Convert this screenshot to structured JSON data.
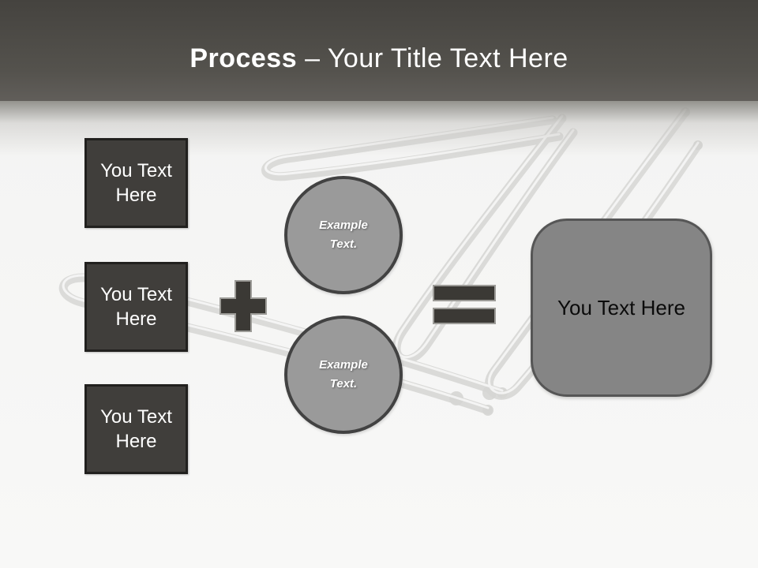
{
  "slide": {
    "header": {
      "title_bold": "Process",
      "title_separator": "–",
      "title_rest": "Your Title Text Here"
    },
    "input_boxes": [
      {
        "label": "You Text Here"
      },
      {
        "label": "You Text Here"
      },
      {
        "label": "You Text Here"
      }
    ],
    "example_circles": [
      {
        "label": "Example Text."
      },
      {
        "label": "Example Text."
      }
    ],
    "operators": {
      "plus": "plus-icon",
      "equals": "equals-icon"
    },
    "result_box": {
      "label": "You Text Here"
    },
    "background_photo": "bobby-pins",
    "colors": {
      "header_top": "#45433f",
      "header_bottom": "#615e5a",
      "title_text": "#ffffff",
      "dark_shape": "#3b3935",
      "dark_box_fill": "#403e3b",
      "dark_box_border": "#21201e",
      "shape_outline": "#9d9c98",
      "circle_fill": "#9a9a9a",
      "circle_border": "#424242",
      "result_fill": "#858585",
      "result_border": "#565656",
      "body_bg": "#f5f5f4",
      "pin_color": "#d6d6d4"
    }
  }
}
